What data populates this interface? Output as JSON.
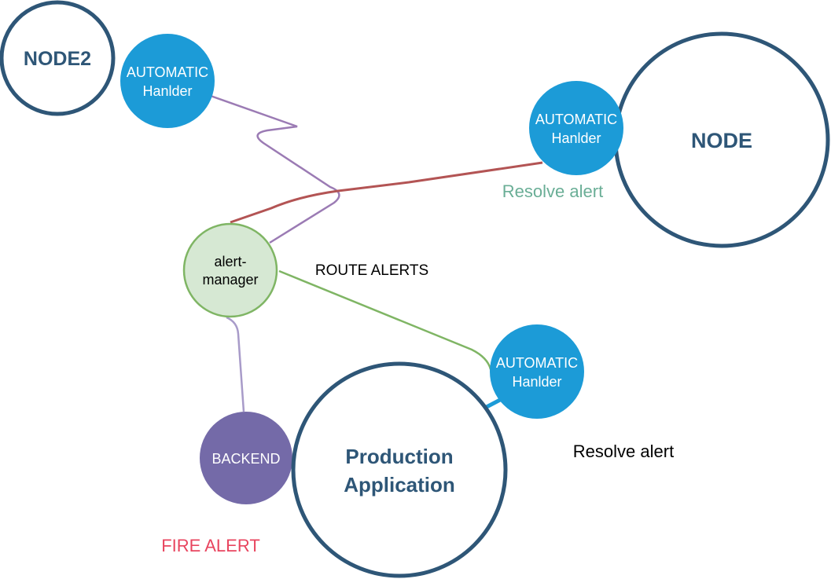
{
  "colors": {
    "big_node_stroke": "#2e5677",
    "big_node_text": "#2e5677",
    "handler_fill": "#1c9bd7",
    "handler_text": "#ffffff",
    "alertmanager_fill": "#d6e8d3",
    "alertmanager_stroke": "#7fb564",
    "backend_fill": "#746aa8",
    "edge_purple": "#9b7bb4",
    "edge_red": "#b35454",
    "edge_green": "#7fb564",
    "edge_lavender": "#a89bc9",
    "edge_blue": "#1c9bd7",
    "label_resolve_green": "#6aae96",
    "label_fire_red": "#e8455f",
    "label_black": "#000000"
  },
  "nodes": {
    "node2": {
      "label": "NODE2"
    },
    "node": {
      "label": "NODE"
    },
    "production": {
      "line1": "Production",
      "line2": "Application"
    },
    "handler_top_left": {
      "line1": "AUTOMATIC",
      "line2": "Hanlder"
    },
    "handler_top_right": {
      "line1": "AUTOMATIC",
      "line2": "Hanlder"
    },
    "handler_bottom_right": {
      "line1": "AUTOMATIC",
      "line2": "Hanlder"
    },
    "alertmanager": {
      "line1": "alert-",
      "line2": "manager"
    },
    "backend": {
      "label": "BACKEND"
    }
  },
  "labels": {
    "resolve_alert_top": "Resolve alert",
    "route_alerts": "ROUTE ALERTS",
    "resolve_alert_bottom": "Resolve alert",
    "fire_alert": "FIRE ALERT"
  }
}
